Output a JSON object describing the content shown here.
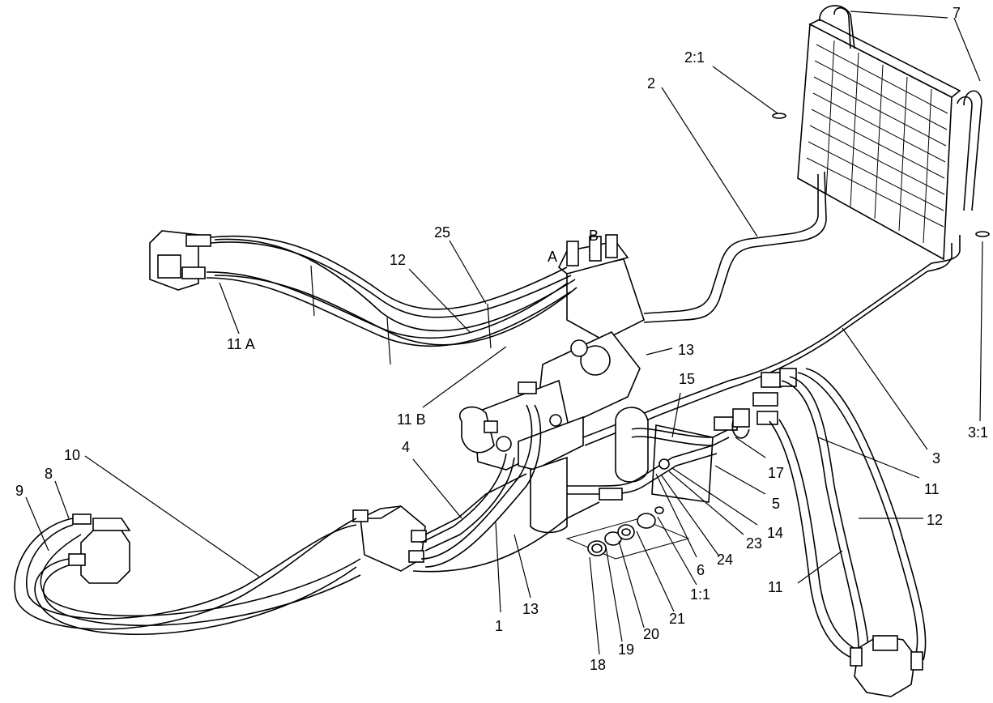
{
  "diagram": {
    "callouts": {
      "c7": "7",
      "c2_1": "2:1",
      "c2": "2",
      "c25": "25",
      "cB": "B",
      "cA": "A",
      "c12_top": "12",
      "c11A": "11 A",
      "c13_top": "13",
      "c15": "15",
      "c11B": "11 B",
      "c4": "4",
      "c17": "17",
      "c5": "5",
      "c14": "14",
      "c23": "23",
      "c24": "24",
      "c6": "6",
      "c3": "3",
      "c3_1": "3:1",
      "c11_right": "11",
      "c12_right": "12",
      "c11_lower": "11",
      "c10": "10",
      "c9": "9",
      "c8": "8",
      "c1": "1",
      "c13_bottom": "13",
      "c18": "18",
      "c19": "19",
      "c20": "20",
      "c21": "21",
      "c1_1": "1:1"
    }
  }
}
